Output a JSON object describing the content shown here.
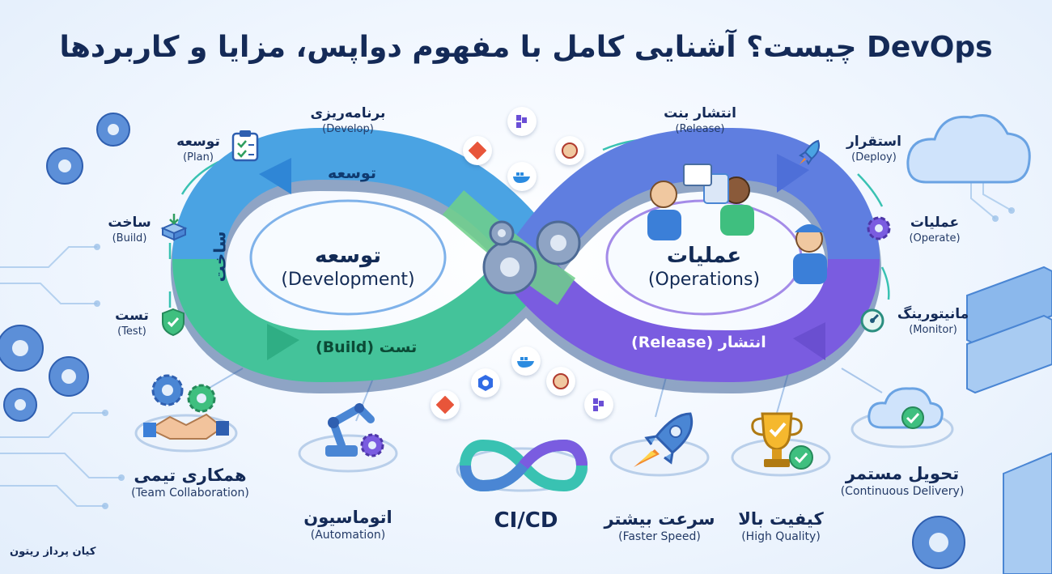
{
  "title": "DevOps چیست؟ آشنایی کامل با مفهوم دواپس، مزایا و کاربردها",
  "loop": {
    "development": {
      "fa": "توسعه",
      "en": "(Development)"
    },
    "operations": {
      "fa": "عملیات",
      "en": "(Operations)"
    },
    "band_top": "توسعه",
    "band_left": "ساخت",
    "band_bottom": "تست (Build)",
    "band_right": "انتشار (Release)"
  },
  "steps": [
    {
      "fa": "برنامه‌ریزی",
      "en": "(Develop)",
      "icon": "code-icon"
    },
    {
      "fa": "توسعه",
      "en": "(Plan)",
      "icon": "clipboard-icon"
    },
    {
      "fa": "ساخت",
      "en": "(Build)",
      "icon": "download-box-icon"
    },
    {
      "fa": "تست",
      "en": "(Test)",
      "icon": "shield-check-icon"
    },
    {
      "fa": "انتشار بنت",
      "en": "(Release)",
      "icon": "tag-icon"
    },
    {
      "fa": "استقرار",
      "en": "(Deploy)",
      "icon": "rocket-icon"
    },
    {
      "fa": "عملیات",
      "en": "(Operate)",
      "icon": "gear-icon"
    },
    {
      "fa": "مانیتورینگ",
      "en": "(Monitor)",
      "icon": "gauge-icon"
    }
  ],
  "benefits": [
    {
      "fa": "همکاری تیمی",
      "en": "(Team Collaboration)",
      "icon": "handshake-icon"
    },
    {
      "fa": "اتوماسیون",
      "en": "(Automation)",
      "icon": "robot-arm-icon"
    },
    {
      "fa": "سرعت بیشتر",
      "en": "(Faster Speed)",
      "icon": "rocket-icon"
    },
    {
      "fa": "کیفیت بالا",
      "en": "(High Quality)",
      "icon": "trophy-icon"
    },
    {
      "fa": "تحویل مستمر",
      "en": "(Continuous Delivery)",
      "icon": "cloud-check-icon"
    }
  ],
  "cicd_label": "CI/CD",
  "brand": "کیان پرداز ریتون",
  "colors": {
    "navy": "#142a57",
    "blue": "#3b7fd8",
    "green": "#3fbf7f",
    "purple": "#7a5ce0",
    "teal": "#39c2b2"
  }
}
